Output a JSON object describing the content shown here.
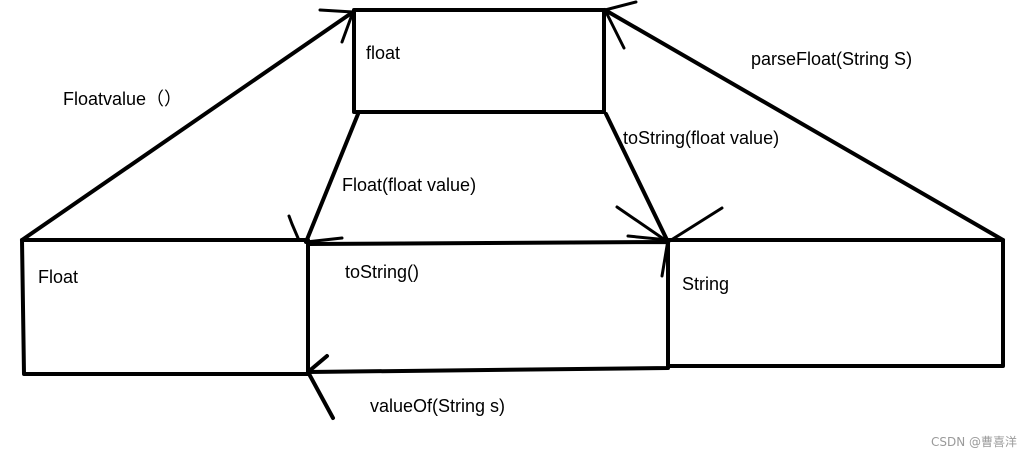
{
  "boxes": {
    "float_prim": "float",
    "float_wrapper": "Float",
    "string": "String"
  },
  "edges": {
    "floatvalue": "Floatvalue（）",
    "parse_float": "parseFloat(String S)",
    "to_string_float": "toString(float value)",
    "float_ctor": "Float(float value)",
    "to_string": "toString()",
    "value_of": "valueOf(String s)"
  },
  "watermark": "CSDN @曹喜洋",
  "colors": {
    "ink": "#000000",
    "background": "#ffffff",
    "watermark": "#9a9a9a"
  }
}
